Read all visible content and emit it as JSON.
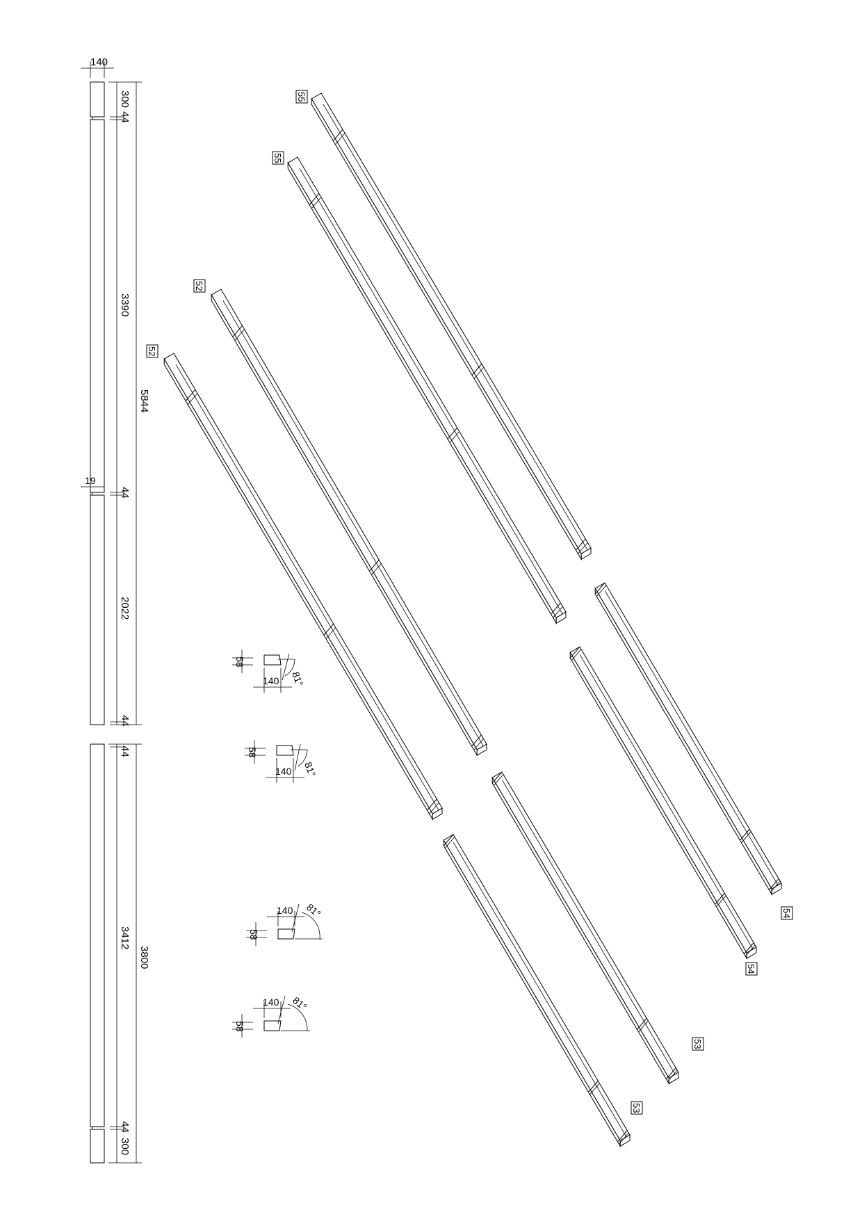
{
  "drawing": {
    "elevation_dims": {
      "width_top": "140",
      "notch_width": "19",
      "seg_300_top": "300",
      "gap_a": "44",
      "seg_3390": "3390",
      "total_5844": "5844",
      "gap_b": "44",
      "seg_2022": "2022",
      "gap_c": "44",
      "gap_d": "44",
      "seg_3412": "3412",
      "total_3800": "3800",
      "gap_e": "44",
      "seg_300_bottom": "300"
    },
    "parts": [
      {
        "label": "55"
      },
      {
        "label": "55"
      },
      {
        "label": "52"
      },
      {
        "label": "52"
      },
      {
        "label": "54"
      },
      {
        "label": "54"
      },
      {
        "label": "53"
      },
      {
        "label": "53"
      }
    ],
    "sections": [
      {
        "thickness": "58",
        "width": "140",
        "angle": "81°"
      },
      {
        "thickness": "58",
        "width": "140",
        "angle": "81°"
      },
      {
        "thickness": "58",
        "width": "140",
        "angle": "81°"
      },
      {
        "thickness": "58",
        "width": "140",
        "angle": "81°"
      }
    ]
  }
}
